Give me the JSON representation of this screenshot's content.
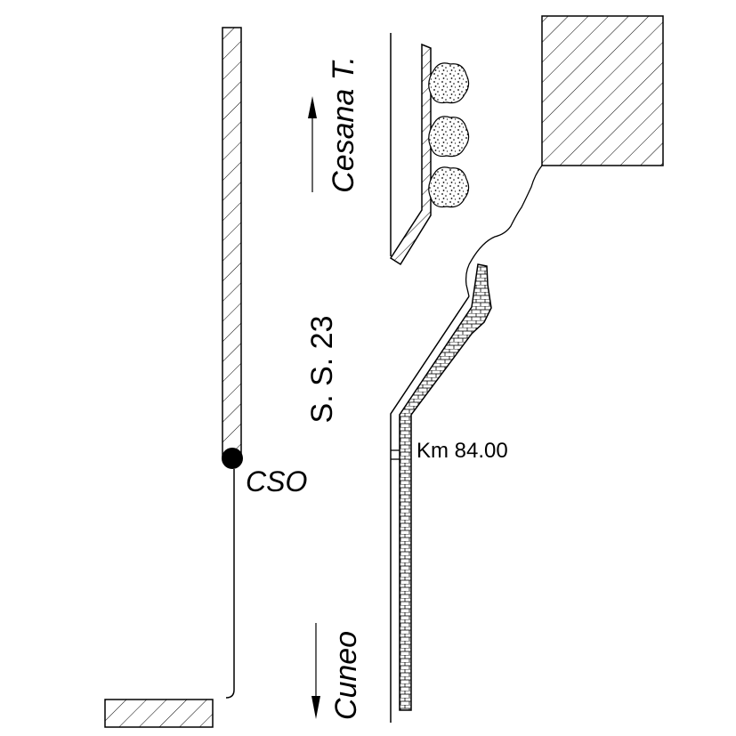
{
  "labels": {
    "destination_north": "Cesana T.",
    "road": "S. S. 23",
    "destination_south": "Cuneo",
    "marker": "Km 84.00",
    "point": "CSO"
  }
}
